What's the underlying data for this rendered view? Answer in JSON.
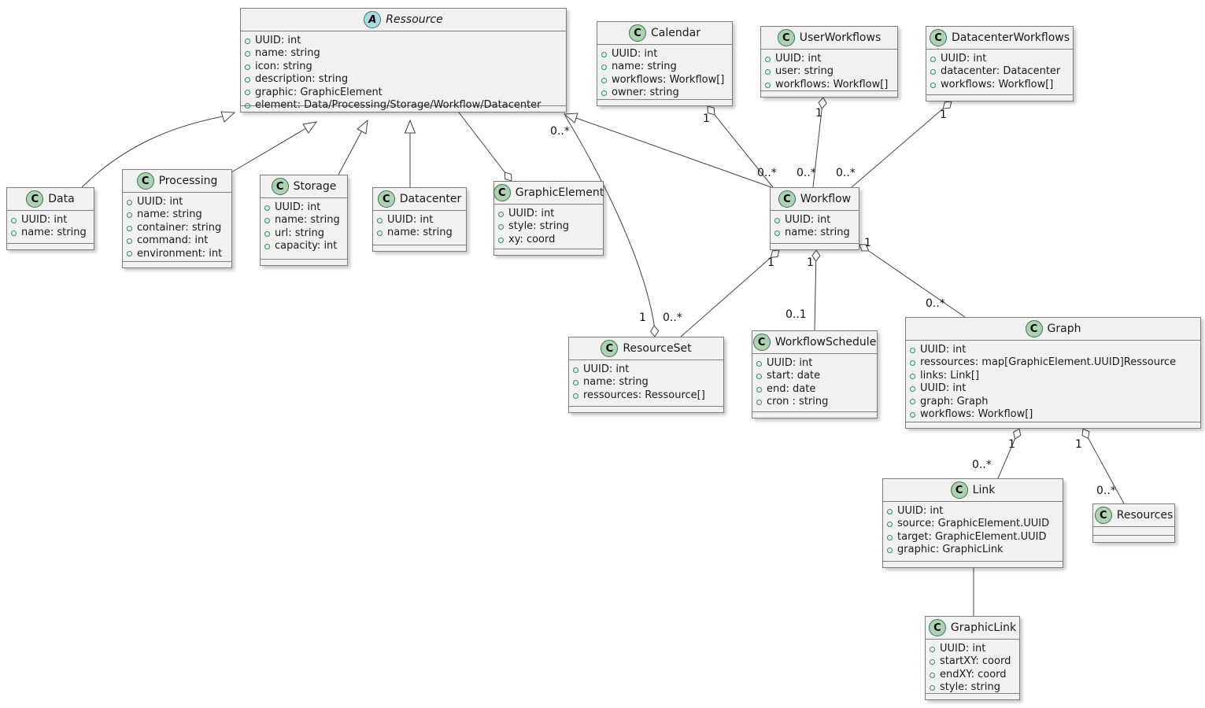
{
  "colors": {
    "class_badge_bg": "#ADD1B2",
    "abstract_badge_bg": "#A9DCDF",
    "box_bg": "#F1F1F1",
    "box_border": "#7E7E7E",
    "edge_line": "#434343",
    "field_icon_green": "#2E9152"
  },
  "classes": {
    "ressource": {
      "badge": "A",
      "name": "Ressource",
      "attrs": [
        "UUID: int",
        "name: string",
        "icon: string",
        "description: string",
        "graphic: GraphicElement",
        "element: Data/Processing/Storage/Workflow/Datacenter"
      ]
    },
    "calendar": {
      "badge": "C",
      "name": "Calendar",
      "attrs": [
        "UUID: int",
        "name: string",
        "workflows: Workflow[]",
        "owner: string"
      ]
    },
    "userworkflows": {
      "badge": "C",
      "name": "UserWorkflows",
      "attrs": [
        "UUID: int",
        "user: string",
        "workflows: Workflow[]"
      ]
    },
    "datacenterworkflows": {
      "badge": "C",
      "name": "DatacenterWorkflows",
      "attrs": [
        "UUID: int",
        "datacenter: Datacenter",
        "workflows: Workflow[]"
      ]
    },
    "data": {
      "badge": "C",
      "name": "Data",
      "attrs": [
        "UUID: int",
        "name: string"
      ]
    },
    "processing": {
      "badge": "C",
      "name": "Processing",
      "attrs": [
        "UUID: int",
        "name: string",
        "container: string",
        "command: int",
        "environment: int"
      ]
    },
    "storage": {
      "badge": "C",
      "name": "Storage",
      "attrs": [
        "UUID: int",
        "name: string",
        "url: string",
        "capacity: int"
      ]
    },
    "datacenter": {
      "badge": "C",
      "name": "Datacenter",
      "attrs": [
        "UUID: int",
        "name: string"
      ]
    },
    "graphicelement": {
      "badge": "C",
      "name": "GraphicElement",
      "attrs": [
        "UUID: int",
        "style: string",
        "xy: coord"
      ]
    },
    "workflow": {
      "badge": "C",
      "name": "Workflow",
      "attrs": [
        "UUID: int",
        "name: string"
      ]
    },
    "resourceset": {
      "badge": "C",
      "name": "ResourceSet",
      "attrs": [
        "UUID: int",
        "name: string",
        "ressources: Ressource[]"
      ]
    },
    "workflowschedule": {
      "badge": "C",
      "name": "WorkflowSchedule",
      "attrs": [
        "UUID: int",
        "start: date",
        "end: date",
        "cron : string"
      ]
    },
    "graph": {
      "badge": "C",
      "name": "Graph",
      "attrs": [
        "UUID: int",
        "ressources: map[GraphicElement.UUID]Ressource",
        "links: Link[]",
        "UUID: int",
        "graph: Graph",
        "workflows: Workflow[]"
      ]
    },
    "link": {
      "badge": "C",
      "name": "Link",
      "attrs": [
        "UUID: int",
        "source: GraphicElement.UUID",
        "target: GraphicElement.UUID",
        "graphic: GraphicLink"
      ]
    },
    "resources": {
      "badge": "C",
      "name": "Resources",
      "attrs": []
    },
    "graphiclink": {
      "badge": "C",
      "name": "GraphicLink",
      "attrs": [
        "UUID: int",
        "startXY: coord",
        "endXY: coord",
        "style: string"
      ]
    }
  },
  "multiplicities": {
    "calendar_workflow_one": "1",
    "calendar_workflow_many": "0..*",
    "userworkflows_workflow_one": "1",
    "userworkflows_workflow_many": "0..*",
    "datacenterworkflows_workflow_one": "1",
    "datacenterworkflows_workflow_many": "0..*",
    "resourceset_ressource_many": "0..*",
    "resourceset_ressource_one": "1",
    "workflow_resourceset_one": "1",
    "workflow_resourceset_many": "0..*",
    "workflow_schedule_one": "1",
    "workflow_schedule_many": "0..1",
    "workflow_graph_one": "1",
    "workflow_graph_many": "0..*",
    "graph_link_one": "1",
    "graph_link_many": "0..*",
    "graph_resources_one": "1",
    "graph_resources_many": "0..*"
  }
}
